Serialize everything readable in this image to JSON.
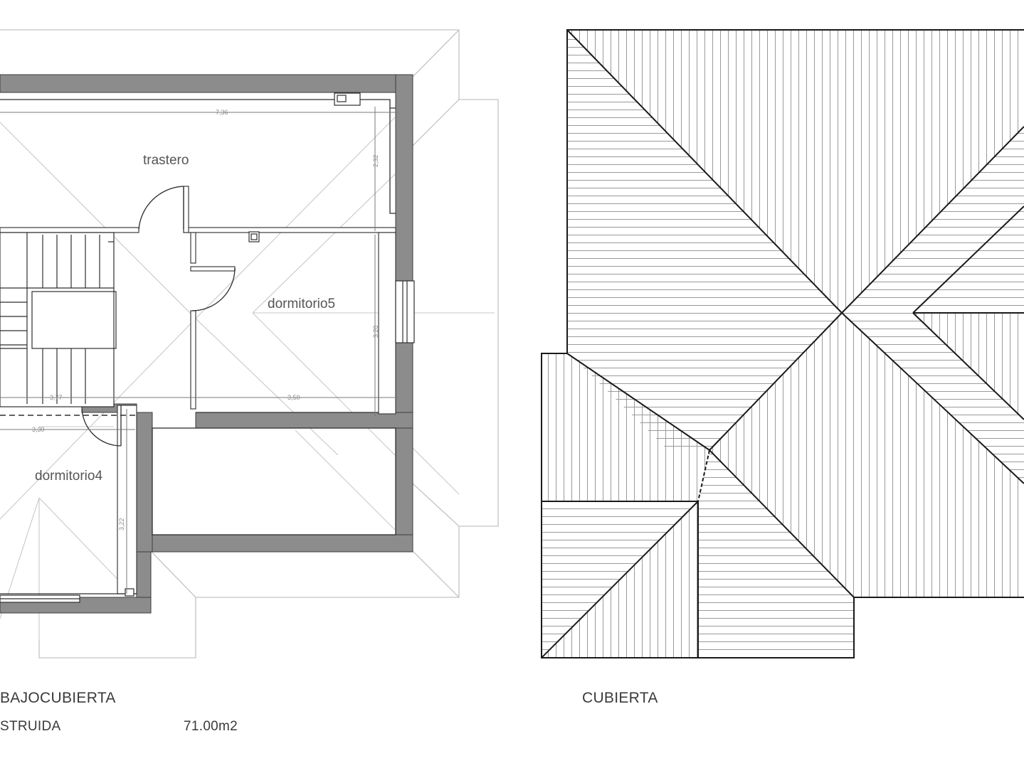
{
  "floor_plan": {
    "rooms": {
      "trastero": "trastero",
      "dormitorio5": "dormitorio5",
      "dormitorio4": "dormitorio4"
    },
    "dimensions": {
      "top_width": "7,36",
      "trastero_height": "2,32",
      "dorm5_height": "3,20",
      "dorm5_width": "3,50",
      "stair_width": "3,77",
      "dorm4_width": "3,30",
      "dorm4_height": "3,22"
    },
    "title": "BAJOCUBIERTA",
    "area_label": "STRUIDA",
    "area_value": "71.00m2"
  },
  "roof_plan": {
    "title": "CUBIERTA"
  },
  "colors": {
    "wall": "#8c8c8c",
    "line": "#1a1a1a",
    "light_line": "#bdbdbd",
    "hatch": "#9a9a9a"
  }
}
